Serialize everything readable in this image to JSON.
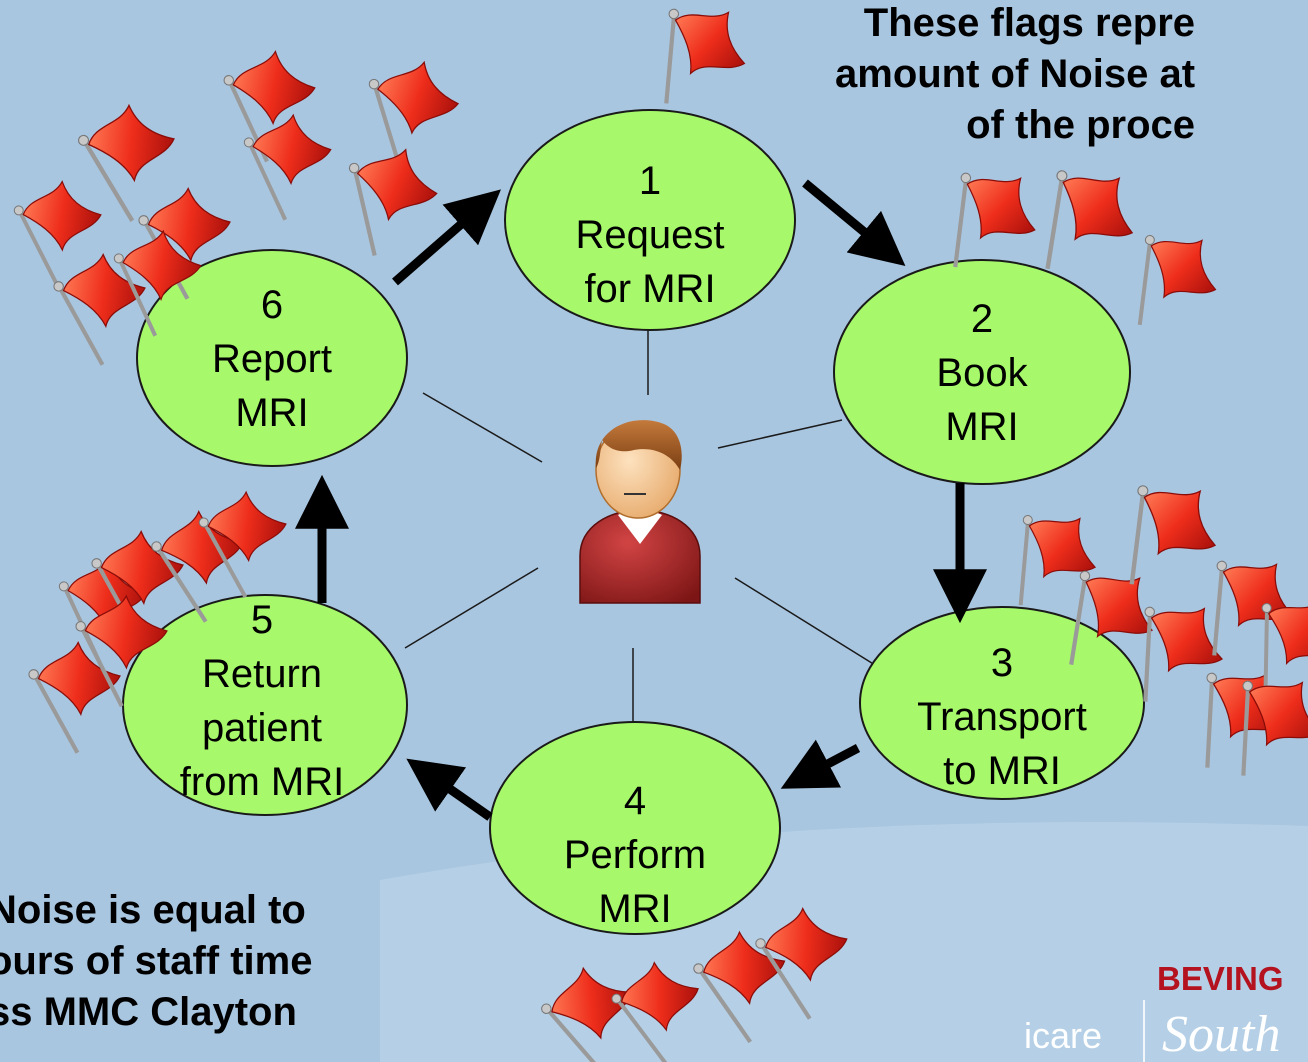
{
  "nodes": [
    {
      "id": "request-for-mri",
      "lines": [
        "1",
        "Request",
        "for MRI"
      ]
    },
    {
      "id": "book-mri",
      "lines": [
        "2",
        "Book",
        "MRI"
      ]
    },
    {
      "id": "transport-to-mri",
      "lines": [
        "3",
        "Transport",
        "to MRI"
      ]
    },
    {
      "id": "perform-mri",
      "lines": [
        "4",
        "Perform",
        "MRI"
      ]
    },
    {
      "id": "return-patient",
      "lines": [
        "5",
        "Return",
        "patient",
        "from MRI"
      ]
    },
    {
      "id": "report-mri",
      "lines": [
        "6",
        "Report",
        "MRI"
      ]
    }
  ],
  "callouts": {
    "flags_note": [
      "These flags repre",
      "amount of Noise at",
      "of the proce"
    ],
    "noise_note": [
      "Noise is equal to",
      "ours of staff time",
      "ss MMC Clayton"
    ]
  },
  "branding": {
    "name": "BEVING",
    "icare": "icare",
    "south": "South"
  },
  "icons": {
    "patient": "person-icon",
    "flag": "red-flag-icon"
  },
  "colors": {
    "background": "#a9c6e0",
    "node_fill": "#a7f86b",
    "flag": "#e8281a",
    "brand_red": "#b3121e"
  }
}
